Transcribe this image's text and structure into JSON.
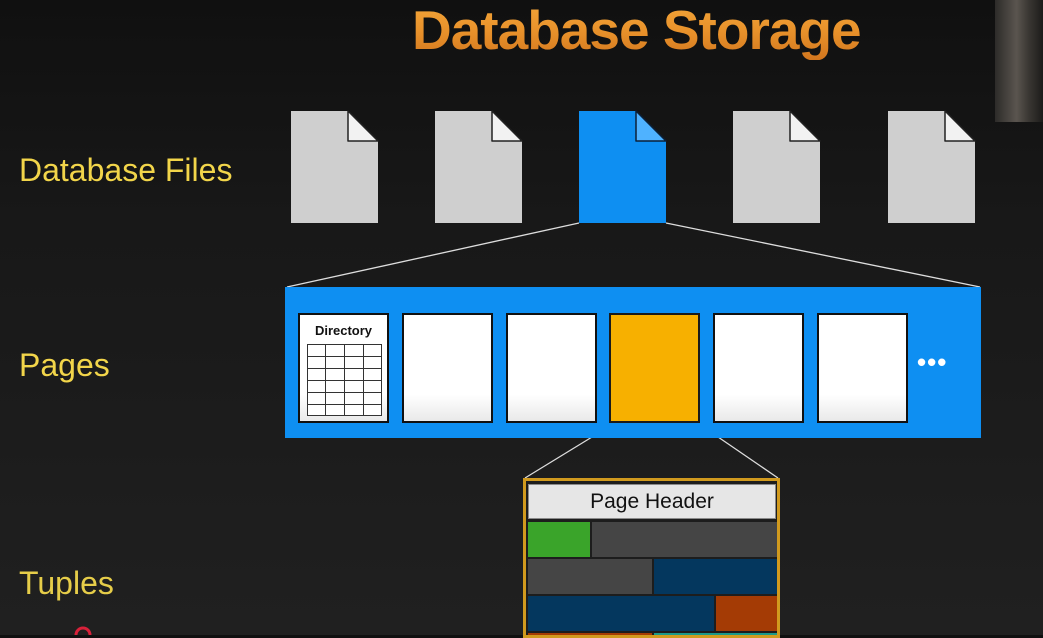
{
  "title": "Database Storage",
  "labels": {
    "database_files": "Database Files",
    "pages": "Pages",
    "tuples": "Tuples"
  },
  "files": [
    {
      "name": "file",
      "highlighted": false
    },
    {
      "name": "file",
      "highlighted": false
    },
    {
      "name": "file",
      "highlighted": true
    },
    {
      "name": "file",
      "highlighted": false
    },
    {
      "name": "file",
      "highlighted": false
    }
  ],
  "pages": {
    "directory_label": "Directory",
    "count_shown": 6,
    "selected_index": 3,
    "more": "•••"
  },
  "page_detail": {
    "header_label": "Page Header",
    "tuple_rows": [
      [
        "green",
        "gray"
      ],
      [
        "gray",
        "navy"
      ],
      [
        "navy",
        "rust"
      ],
      [
        "rust",
        "teal"
      ]
    ]
  },
  "colors": {
    "title": "#e7902a",
    "labels": "#f2d54a",
    "highlight_blue": "#0e8ff2",
    "selected_page": "#f7b000",
    "file_gray": "#cfcfcf",
    "tuple_green": "#3aa42a",
    "tuple_gray": "#454545",
    "tuple_navy": "#04375e",
    "tuple_rust": "#a43b05",
    "tuple_teal": "#1b9a8a"
  }
}
